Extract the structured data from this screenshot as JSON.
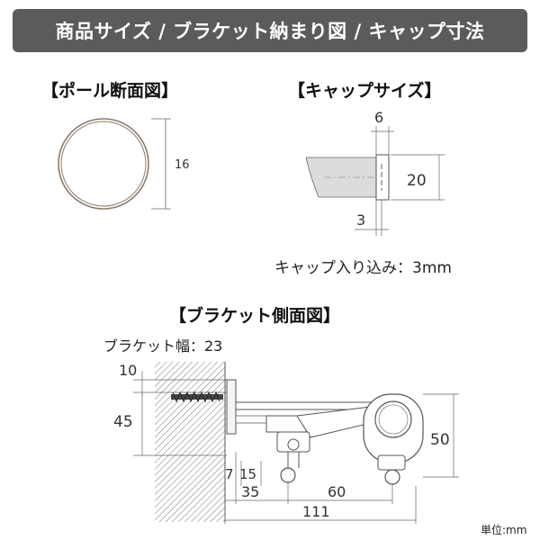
{
  "header": {
    "title": "商品サイズ / ブラケット納まり図 / キャップ寸法"
  },
  "pole_section": {
    "title": "【ポール断面図】",
    "dim_diameter": "16"
  },
  "cap_size": {
    "title": "【キャップサイズ】",
    "dim_width": "6",
    "dim_height": "20",
    "dim_insert": "3",
    "note": "キャップ入り込み：3mm"
  },
  "bracket_side": {
    "title": "【ブラケット側面図】",
    "width_label": "ブラケット幅：23",
    "dims": {
      "top_gap": "10",
      "screw_height": "45",
      "total_height": "50",
      "offset_7": "7",
      "offset_15": "15",
      "depth_35": "35",
      "depth_60": "60",
      "total_depth": "111"
    }
  },
  "footer": {
    "unit": "単位:mm"
  }
}
